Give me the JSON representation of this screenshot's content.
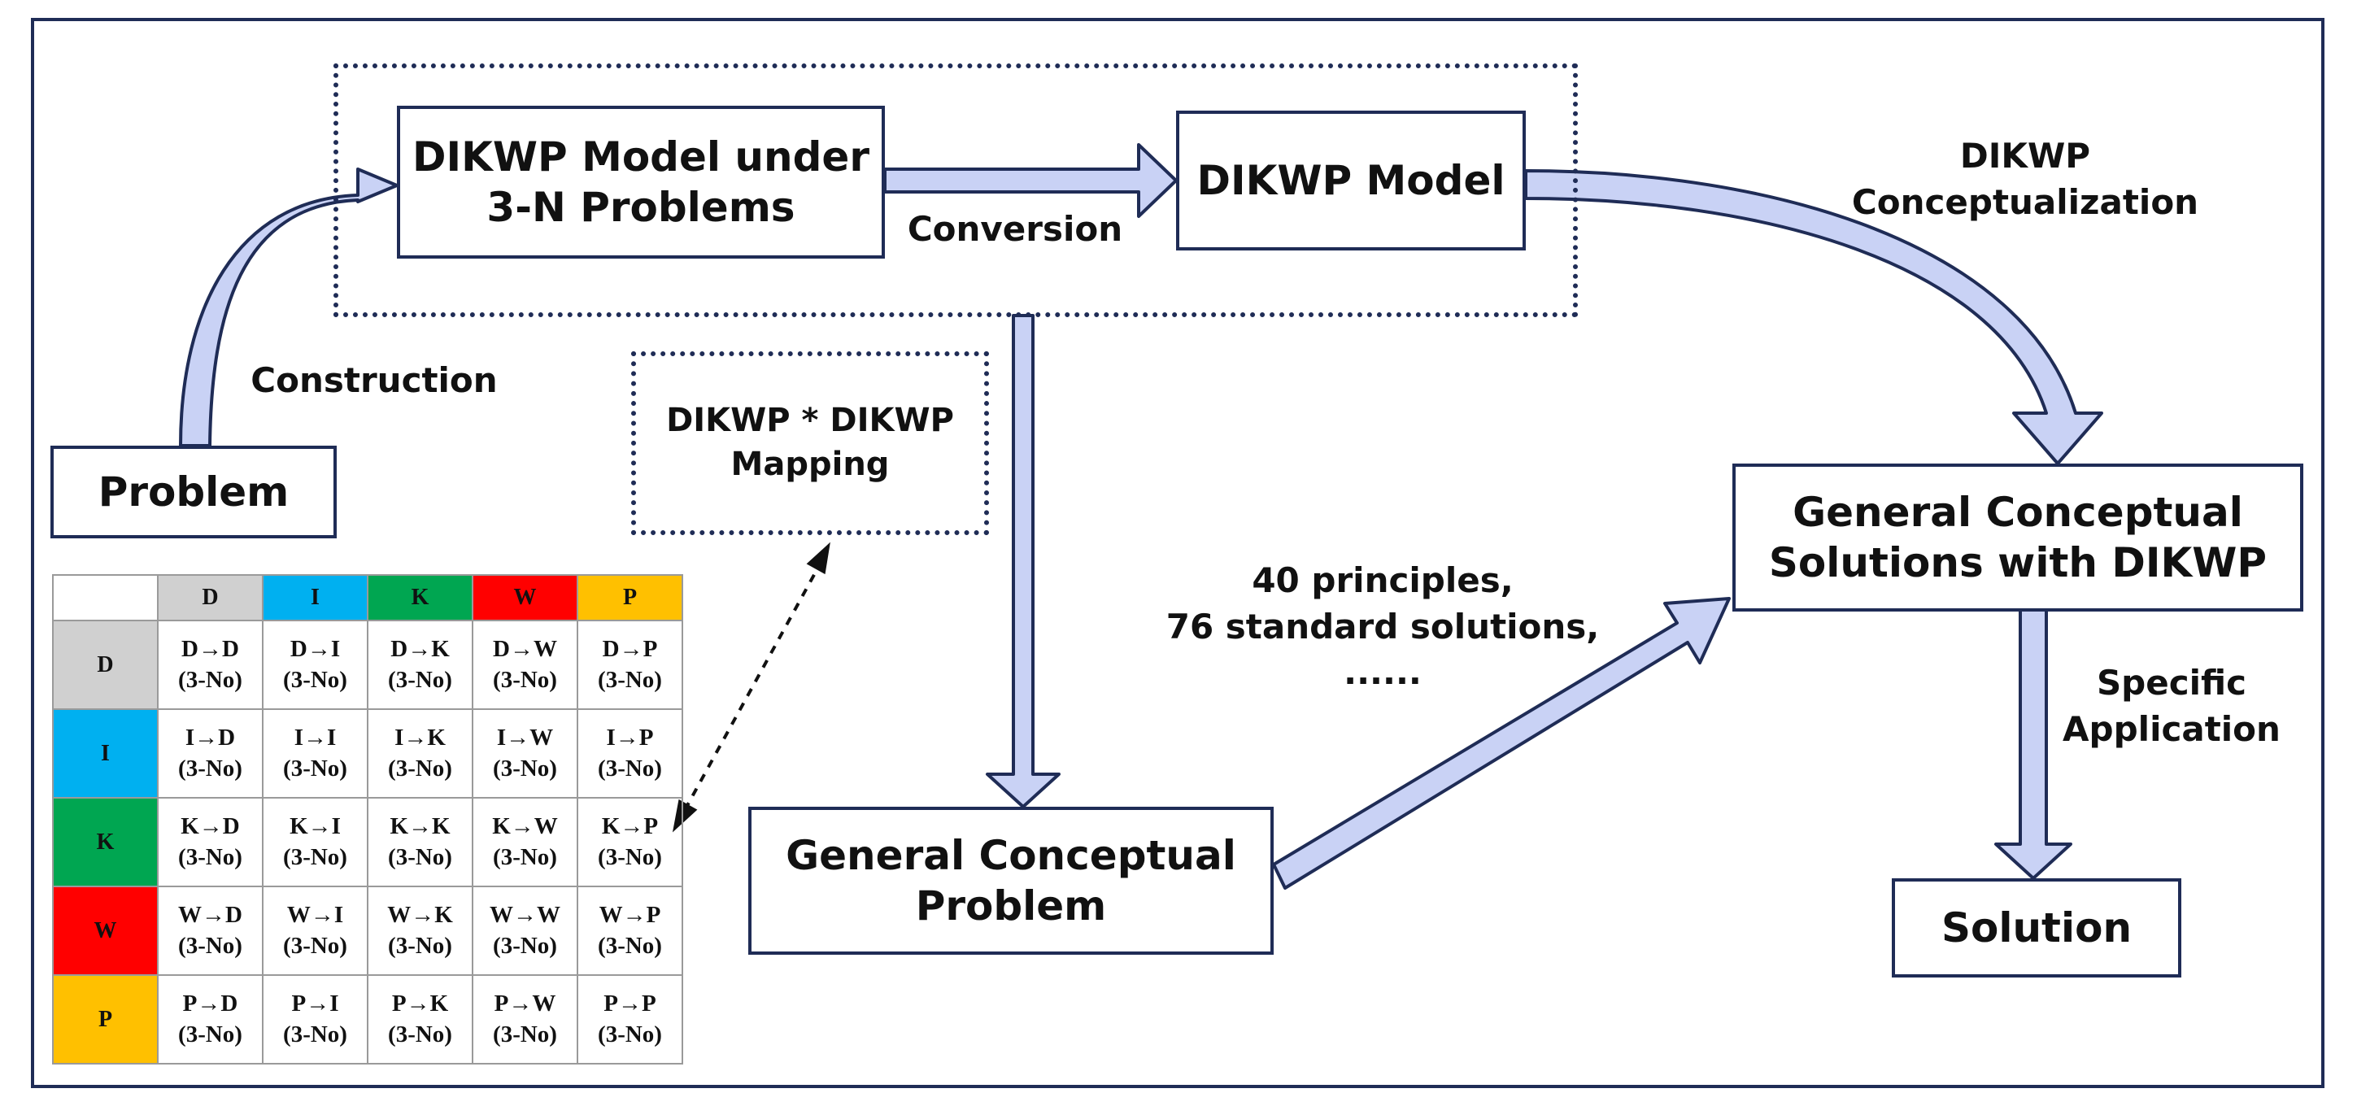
{
  "boxes": {
    "problem": "Problem",
    "dikwp_3n": [
      "DIKWP Model under",
      "3-N Problems"
    ],
    "dikwp_model": "DIKWP Model",
    "general_problem": [
      "General Conceptual",
      "Problem"
    ],
    "general_solutions": [
      "General Conceptual",
      "Solutions with DIKWP"
    ],
    "solution": "Solution",
    "mapping": [
      "DIKWP * DIKWP",
      "Mapping"
    ]
  },
  "labels": {
    "construction": "Construction",
    "conversion": "Conversion",
    "conceptualization": [
      "DIKWP",
      "Conceptualization"
    ],
    "principles": [
      "40 principles,",
      "76 standard solutions,",
      "......"
    ],
    "specific_application": [
      "Specific",
      "Application"
    ]
  },
  "matrix": {
    "header": [
      "",
      "D",
      "I",
      "K",
      "W",
      "P"
    ],
    "rows": [
      {
        "label": "D",
        "cells": [
          [
            "D→D",
            "(3-No)"
          ],
          [
            "D→I",
            "(3-No)"
          ],
          [
            "D→K",
            "(3-No)"
          ],
          [
            "D→W",
            "(3-No)"
          ],
          [
            "D→P",
            "(3-No)"
          ]
        ]
      },
      {
        "label": "I",
        "cells": [
          [
            "I→D",
            "(3-No)"
          ],
          [
            "I→I",
            "(3-No)"
          ],
          [
            "I→K",
            "(3-No)"
          ],
          [
            "I→W",
            "(3-No)"
          ],
          [
            "I→P",
            "(3-No)"
          ]
        ]
      },
      {
        "label": "K",
        "cells": [
          [
            "K→D",
            "(3-No)"
          ],
          [
            "K→I",
            "(3-No)"
          ],
          [
            "K→K",
            "(3-No)"
          ],
          [
            "K→W",
            "(3-No)"
          ],
          [
            "K→P",
            "(3-No)"
          ]
        ]
      },
      {
        "label": "W",
        "cells": [
          [
            "W→D",
            "(3-No)"
          ],
          [
            "W→I",
            "(3-No)"
          ],
          [
            "W→K",
            "(3-No)"
          ],
          [
            "W→W",
            "(3-No)"
          ],
          [
            "W→P",
            "(3-No)"
          ]
        ]
      },
      {
        "label": "P",
        "cells": [
          [
            "P→D",
            "(3-No)"
          ],
          [
            "P→I",
            "(3-No)"
          ],
          [
            "P→K",
            "(3-No)"
          ],
          [
            "P→W",
            "(3-No)"
          ],
          [
            "P→P",
            "(3-No)"
          ]
        ]
      }
    ]
  },
  "colors": {
    "D": "#d0d0d0",
    "I": "#00b0f0",
    "K": "#00a651",
    "W": "#ff0000",
    "P": "#ffc000",
    "arrow_fill": "#c9d2f5",
    "arrow_stroke": "#1f2c56"
  }
}
